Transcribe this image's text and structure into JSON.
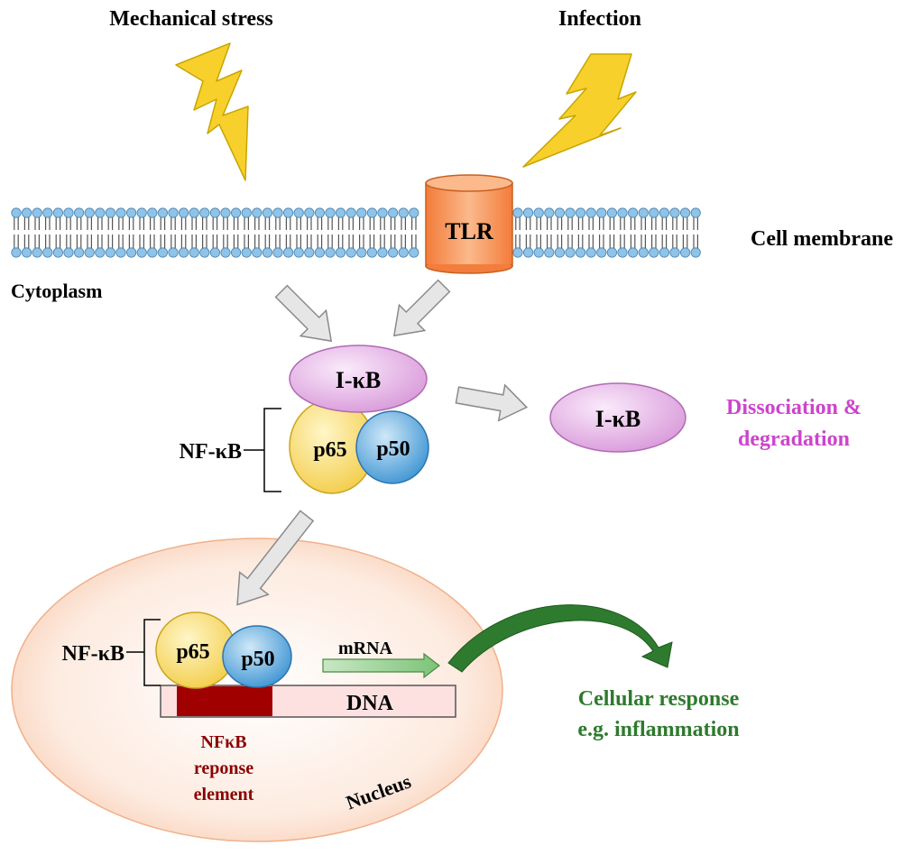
{
  "labels": {
    "mechanical_stress": "Mechanical stress",
    "infection": "Infection",
    "cell_membrane": "Cell membrane",
    "cytoplasm": "Cytoplasm",
    "tlr": "TLR",
    "ikb_complex": "I-κB",
    "ikb_free": "I-κB",
    "dissociation_line1": "Dissociation &",
    "dissociation_line2": "degradation",
    "nfkb_cytoplasm": "NF-κB",
    "p65_cytoplasm": "p65",
    "p50_cytoplasm": "p50",
    "nfkb_nucleus": "NF-κB",
    "p65_nucleus": "p65",
    "p50_nucleus": "p50",
    "mrna": "mRNA",
    "dna": "DNA",
    "response_element_line1": "NFκB",
    "response_element_line2": "reponse",
    "response_element_line3": "element",
    "nucleus": "Nucleus",
    "cellular_response_line1": "Cellular response",
    "cellular_response_line2": "e.g. inflammation"
  },
  "colors": {
    "lightning_fill": "#f7d02c",
    "lipid_head": "#8fc3e8",
    "tlr_fill": "#f59a5b",
    "ikb_fill": "#e8b6ea",
    "p65_fill": "#f7d869",
    "p50_fill": "#5aa8dc",
    "nucleus_fill": "#fde4d6",
    "dna_fill": "#fde1e1",
    "response_element_fill": "#a00000",
    "response_element_text": "#8b0000",
    "mrna_arrow": "#8cc98a",
    "cellular_response": "#2e7a2e",
    "dissociation_text": "#cc44cc",
    "grey_arrow": "#e6e6e6"
  }
}
